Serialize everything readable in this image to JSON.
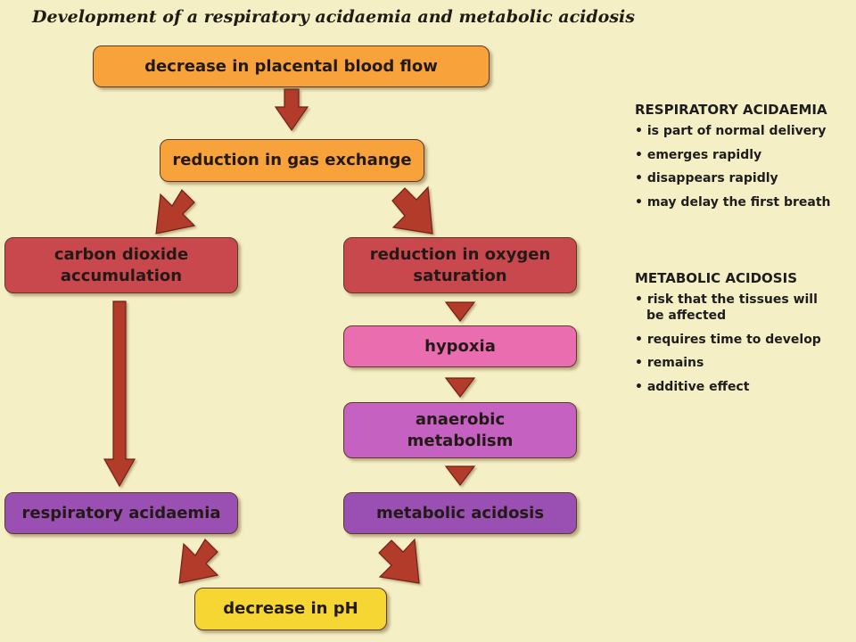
{
  "title": "Development of a respiratory acidaemia and metabolic acidosis",
  "colors": {
    "orange": "#f7a23a",
    "dark_red": "#c9484e",
    "pink": "#ea6db0",
    "violet": "#c561c1",
    "purple": "#9a50b2",
    "yellow": "#f6d632",
    "arrow": "#b23a2c"
  },
  "boxes": {
    "placental": "decrease in placental blood flow",
    "gas_exchange": "reduction in gas exchange",
    "co2": "carbon dioxide\naccumulation",
    "oxygen": "reduction in oxygen\nsaturation",
    "hypoxia": "hypoxia",
    "anaerobic": "anaerobic\nmetabolism",
    "resp_acidaemia": "respiratory acidaemia",
    "metabolic_acidosis": "metabolic acidosis",
    "ph": "decrease in pH"
  },
  "respiratory": {
    "heading": "RESPIRATORY ACIDAEMIA",
    "items": [
      "is part of normal delivery",
      "emerges rapidly",
      "disappears rapidly",
      "may delay the first breath"
    ]
  },
  "metabolic": {
    "heading": "METABOLIC ACIDOSIS",
    "items": [
      "risk that the tissues will be affected",
      "requires time to develop",
      "remains",
      "additive effect"
    ]
  }
}
